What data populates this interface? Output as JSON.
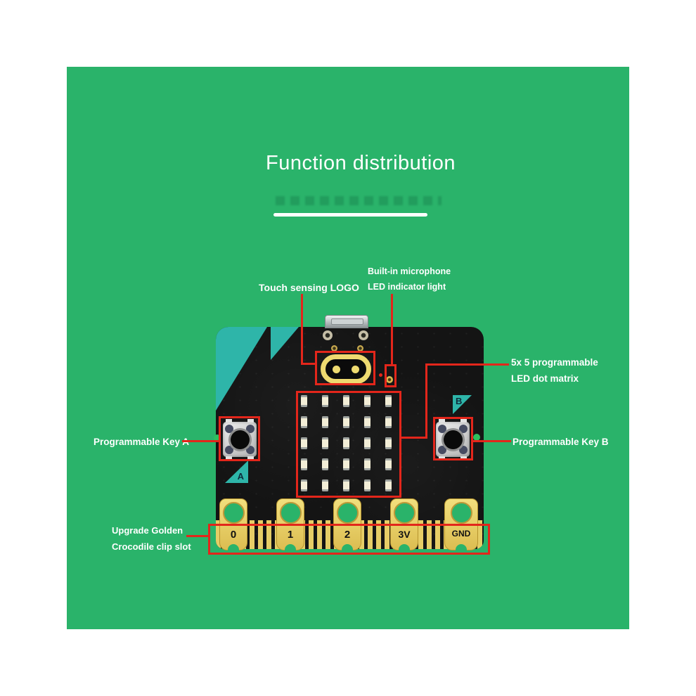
{
  "title": {
    "text": "Function distribution"
  },
  "annotations": {
    "color": "#e3261b",
    "labels": {
      "touch_logo": "Touch sensing LOGO",
      "mic_line1": "Built-in microphone",
      "mic_line2": "LED indicator light",
      "matrix_line1": "5x 5 programmable",
      "matrix_line2": "LED dot matrix",
      "key_a": "Programmable Key A",
      "key_b": "Programmable Key B",
      "croc_line1": "Upgrade Golden",
      "croc_line2": "Crocodile clip slot"
    }
  },
  "board": {
    "silkscreen": {
      "key_a": "A",
      "key_b": "B"
    },
    "pins": [
      "0",
      "1",
      "2",
      "3V",
      "GND"
    ],
    "led_matrix": {
      "rows": 5,
      "cols": 5
    },
    "colors": {
      "panel_green": "#2ab36a",
      "pcb_black": "#141414",
      "silk_teal": "#2eb5a9",
      "connector_gold": "#e6cd66",
      "logo_yellow": "#eeda70",
      "annotation_red": "#e3261b",
      "label_white": "#ffffff"
    }
  }
}
